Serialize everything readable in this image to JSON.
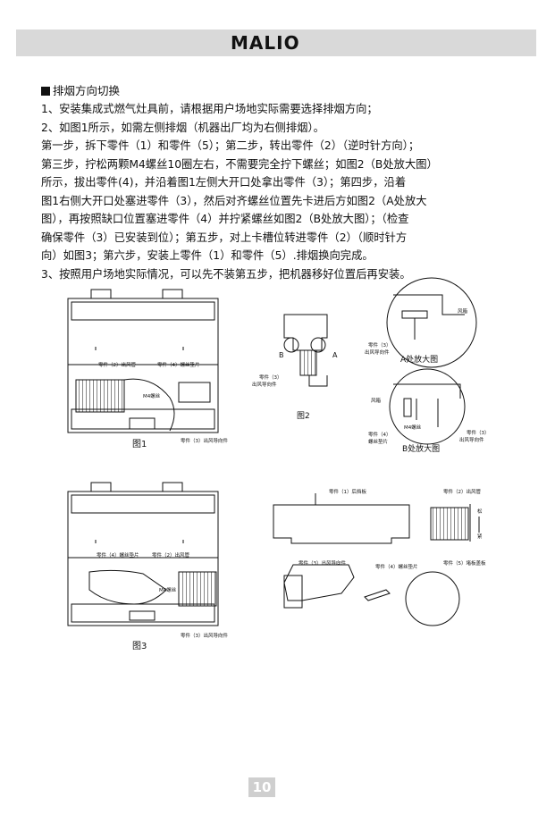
{
  "header": {
    "brand": "MALIO"
  },
  "section": {
    "title": "排烟方向切换",
    "lines": [
      "1、安装集成式燃气灶具前，请根据用户场地实际需要选择排烟方向；",
      "2、如图1所示，如需左侧排烟（机器出厂均为右侧排烟）。",
      "第一步，拆下零件（1）和零件（5）；第二步，转出零件（2）（逆时针方向）；",
      "第三步，拧松两颗M4螺丝10圈左右，不需要完全拧下螺丝；如图2（B处放大图）",
      "所示，拔出零件(4)，并沿着图1左侧大开口处拿出零件（3）；第四步，沿着",
      "图1右侧大开口处塞进零件（3），然后对齐螺丝位置先卡进后方如图2（A处放大",
      "图），再按照缺口位置塞进零件（4）并拧紧螺丝如图2（B处放大图）；（检查",
      "确保零件（3）已安装到位）；第五步，对上卡槽位转进零件（2）（顺时针方",
      "向）如图3；第六步，安装上零件（1）和零件（5）.排烟换向完成。",
      "3、按照用户场地实际情况，可以先不装第五步，把机器移好位置后再安装。"
    ]
  },
  "figures": {
    "fig1": {
      "caption": "图1",
      "labels": {
        "part2": "零件（2）出风管",
        "part4": "零件（4）螺丝垫片",
        "m4": "M4螺丝",
        "part3": "零件（3）出风导向件"
      }
    },
    "fig2": {
      "caption": "图2",
      "label_b": "B",
      "label_a": "A",
      "part3": "零件（3）",
      "part3_sub": "出风导向件"
    },
    "detail_a": {
      "caption": "A处放大图",
      "duct": "风箱",
      "part3": "零件（3）",
      "part3_sub": "出风导向件"
    },
    "detail_b": {
      "caption": "B处放大图",
      "duct": "风箱",
      "part4": "零件（4）",
      "m4": "M4螺丝",
      "gasket": "螺丝垫片",
      "part3": "零件（3）",
      "part3_sub": "出风导向件"
    },
    "fig3": {
      "caption": "图3",
      "part4": "零件（4）螺丝垫片",
      "part2": "零件（2）出风管",
      "m4": "M4螺丝",
      "part3": "零件（3）出风导向件"
    },
    "parts": {
      "p1": "零件（1）后挡板",
      "p2": "零件（2）出风管",
      "p3": "零件（3）出风导向件",
      "p4": "零件（4）螺丝垫片",
      "p5": "零件（5）堵板盖板",
      "loose": "松",
      "tight": "紧"
    }
  },
  "page_number": "10"
}
